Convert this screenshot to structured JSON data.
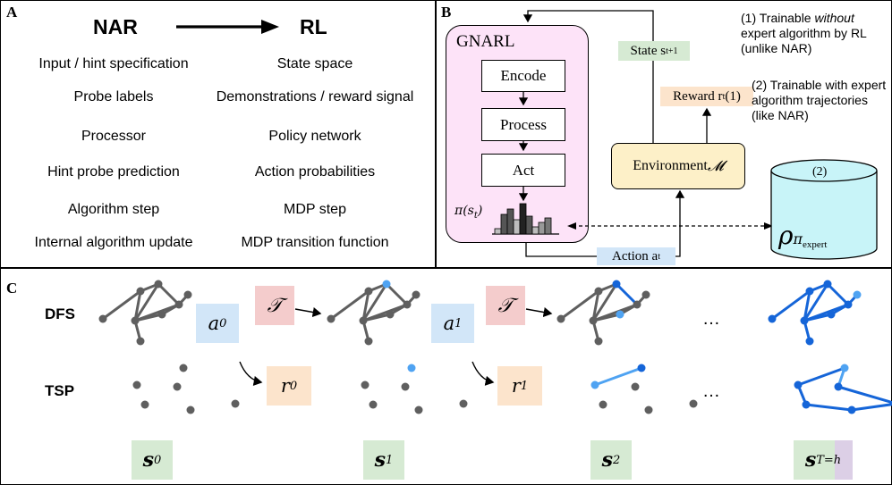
{
  "panels": {
    "a": "A",
    "b": "B",
    "c": "C"
  },
  "panel_a": {
    "left_header": "NAR",
    "right_header": "RL",
    "rows": [
      {
        "nar": "Input / hint specification",
        "rl": "State space"
      },
      {
        "nar": "Probe labels",
        "rl": "Demonstrations / reward signal"
      },
      {
        "nar": "Processor",
        "rl": "Policy network"
      },
      {
        "nar": "Hint probe prediction",
        "rl": "Action probabilities"
      },
      {
        "nar": "Algorithm step",
        "rl": "MDP step"
      },
      {
        "nar": "Internal algorithm update",
        "rl": "MDP transition function"
      }
    ]
  },
  "panel_b": {
    "gnarl_title": "GNARL",
    "stages": [
      "Encode",
      "Process",
      "Act"
    ],
    "policy_label": "π(s",
    "policy_sub": "t",
    "policy_close": ")",
    "state_label": "State s",
    "state_sub": "t+1",
    "reward_label": "Reward r",
    "reward_sub": "t",
    "reward_note": " (1)",
    "environment_label": "Environment ",
    "environment_symbol": "𝓜",
    "action_label": "Action a",
    "action_sub": "t",
    "db_number": "(2)",
    "db_rho": "ρ",
    "db_pi": "π",
    "db_expert": "expert",
    "note1": [
      "(1) Trainable ",
      "without",
      " expert algorithm by RL (unlike NAR)"
    ],
    "note2": "(2) Trainable with expert algorithm trajectories (like NAR)"
  },
  "panel_c": {
    "row_labels": [
      "DFS",
      "TSP"
    ],
    "actions": [
      {
        "a": "a",
        "sub": "0"
      },
      {
        "a": "a",
        "sub": "1"
      }
    ],
    "transition": "𝒯",
    "rewards": [
      {
        "r": "r",
        "sub": "0"
      },
      {
        "r": "r",
        "sub": "1"
      }
    ],
    "states": [
      {
        "s": "s",
        "sub": "0"
      },
      {
        "s": "s",
        "sub": "1"
      },
      {
        "s": "s",
        "sub": "2"
      },
      {
        "s": "s",
        "sub": "T=h"
      }
    ],
    "ellipsis": "…"
  },
  "colors": {
    "gnarl_bg": "#fde3f8",
    "state_green": "#d6ead3",
    "reward_orange": "#fce4cc",
    "action_blue": "#d2e6f8",
    "transition_red": "#f4cccc",
    "env_yellow": "#fdf0c8",
    "db_cyan": "#c8f4f8",
    "sth_purple": "#dccfe6",
    "node_gray": "#5f5f5f",
    "node_blue": "#1565d8",
    "node_lightblue": "#4fa3f2"
  }
}
